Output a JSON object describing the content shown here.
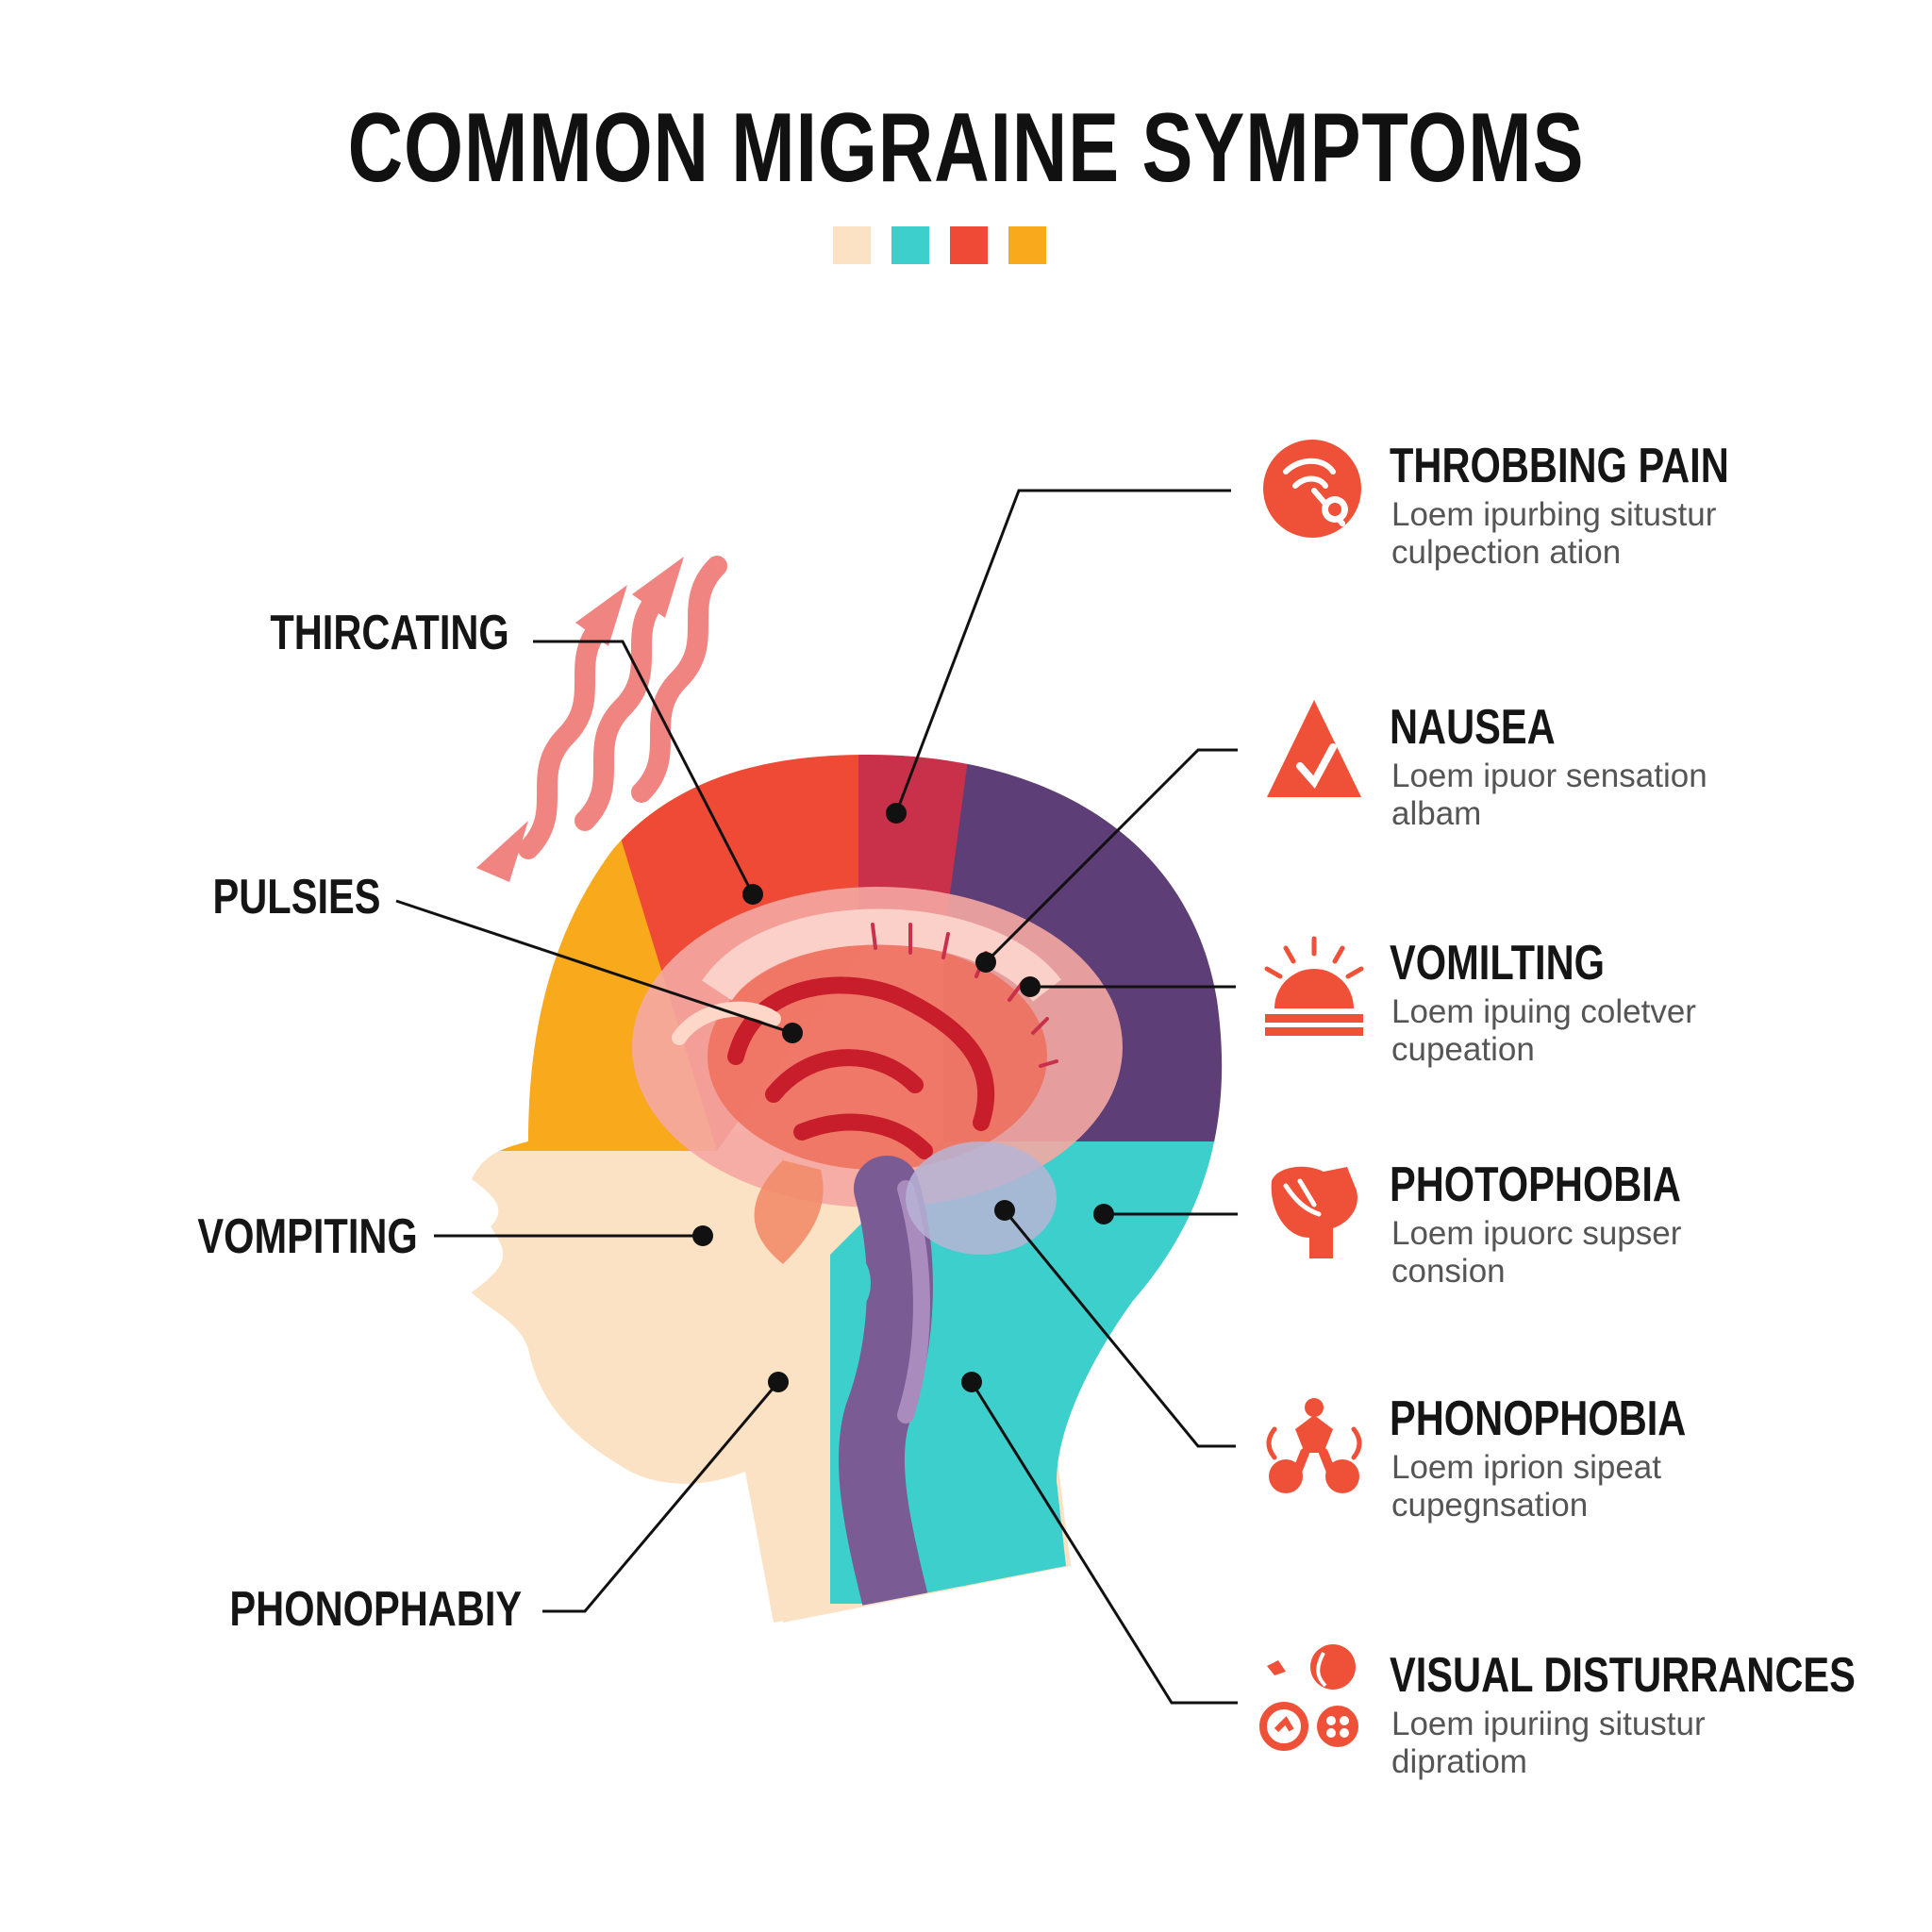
{
  "title": "COMMON MIGRAINE SYMPTOMS",
  "palette": [
    "#fbe2c4",
    "#3ccfcb",
    "#ee4a36",
    "#f8a91c"
  ],
  "left_labels": [
    "THIRCATING",
    "PULSIES",
    "VOMPITING",
    "PHONOPHABIY"
  ],
  "symptoms": [
    {
      "title": "THROBBING PAIN",
      "desc_1": "Loem ipurbing situstur",
      "desc_2": "culpection ation",
      "icon": "brain-pain-icon"
    },
    {
      "title": "NAUSEA",
      "desc_1": "Loem ipuor sensation",
      "desc_2": "albam",
      "icon": "nausea-triangle-icon"
    },
    {
      "title": "VOMILTING",
      "desc_1": "Loem ipuing coletver",
      "desc_2": "cupeation",
      "icon": "rising-sun-icon"
    },
    {
      "title": "PHOTOPHOBIA",
      "desc_1": "Loem ipuorc supser",
      "desc_2": "consion",
      "icon": "hand-light-icon"
    },
    {
      "title": "PHONOPHOBIA",
      "desc_1": "Loem iprion sipeat",
      "desc_2": "cupegnsation",
      "icon": "sound-figure-icon"
    },
    {
      "title": "VISUAL DISTURRANCES",
      "desc_1": "Loem ipuriing situstur",
      "desc_2": "dipratiom",
      "icon": "visual-icons-cluster-icon"
    }
  ],
  "colors": {
    "skin": "#fbe2c4",
    "orange": "#f8a91c",
    "red_orange": "#ee4a36",
    "crimson": "#c9304a",
    "purple": "#5e3e76",
    "teal": "#3ccfcb",
    "accent": "#ef5138",
    "line": "#111111"
  }
}
